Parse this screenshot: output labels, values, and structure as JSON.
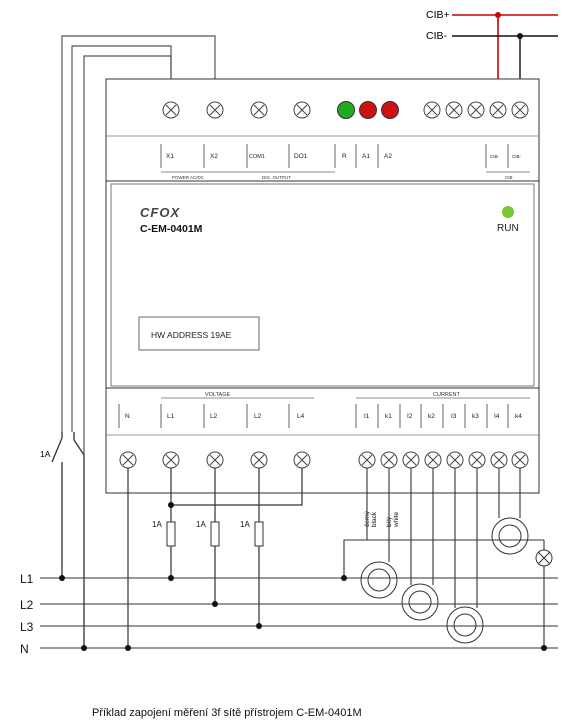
{
  "bus": {
    "plus_label": "CIB+",
    "minus_label": "CIB-"
  },
  "device": {
    "brand": "CFOX",
    "model": "C-EM-0401M",
    "run_label": "RUN",
    "run_led_color": "#78c832",
    "hw_address": "HW ADDRESS 19AE",
    "top_terminals": [
      "X1",
      "X2",
      "COM1",
      "DO1",
      "R",
      "A1",
      "A2",
      "CIB-",
      "CIB-"
    ],
    "top_groups": {
      "power": "POWER AC/DC",
      "digout": "DIG. OUTPUT",
      "cib": "CIB"
    },
    "status_leds": [
      "#22aa22",
      "#cc1111",
      "#cc1111"
    ],
    "bottom_groups": {
      "voltage": "VOLTAGE",
      "current": "CURRENT"
    },
    "bottom_terminals": [
      "N",
      "L1",
      "L2",
      "L2",
      "L4",
      "I1",
      "k1",
      "I2",
      "k2",
      "I3",
      "k3",
      "I4",
      "k4"
    ]
  },
  "wiring": {
    "switch_fuse": "1A",
    "fuses": [
      "1A",
      "1A",
      "1A"
    ],
    "wire_colors": [
      "černý",
      "black",
      "bílý",
      "white"
    ],
    "phases": [
      "L1",
      "L2",
      "L3",
      "N"
    ],
    "bus_plus_color": "#cc0000"
  },
  "caption": "Příklad zapojení měření 3f sítě přístrojem C-EM-0401M"
}
